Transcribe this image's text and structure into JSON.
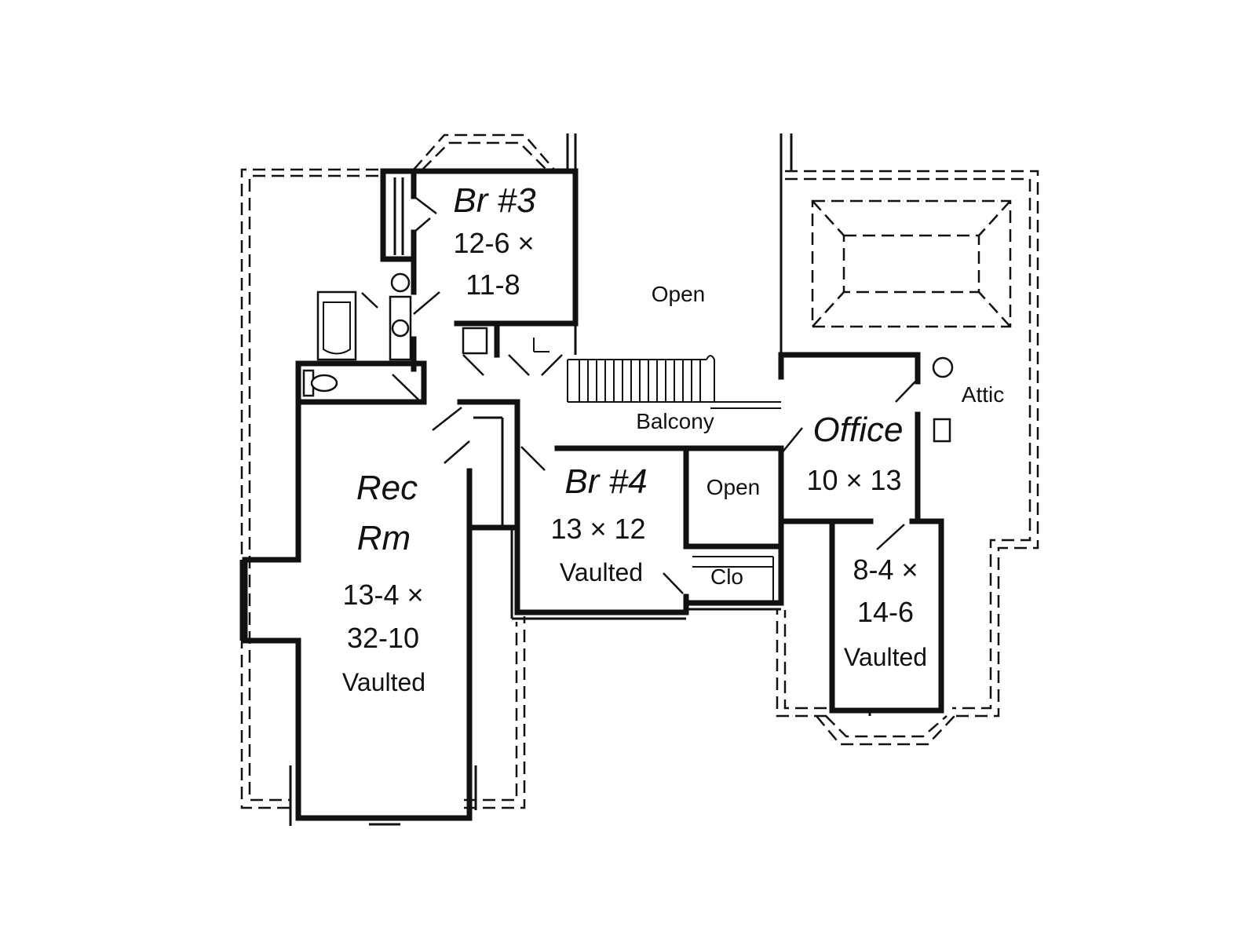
{
  "rooms": {
    "br3": {
      "name": "Br #3",
      "dim1": "12-6 ×",
      "dim2": "11-8"
    },
    "br4": {
      "name": "Br #4",
      "dim": "13 × 12",
      "note": "Vaulted"
    },
    "rec": {
      "name1": "Rec",
      "name2": "Rm",
      "dim1": "13-4 ×",
      "dim2": "32-10",
      "note": "Vaulted"
    },
    "office": {
      "name": "Office",
      "dim": "10 × 13"
    },
    "room5": {
      "dim1": "8-4 ×",
      "dim2": "14-6",
      "note": "Vaulted"
    }
  },
  "labels": {
    "open_top": "Open",
    "open_mid": "Open",
    "balcony": "Balcony",
    "attic": "Attic",
    "closet": "Clo"
  }
}
